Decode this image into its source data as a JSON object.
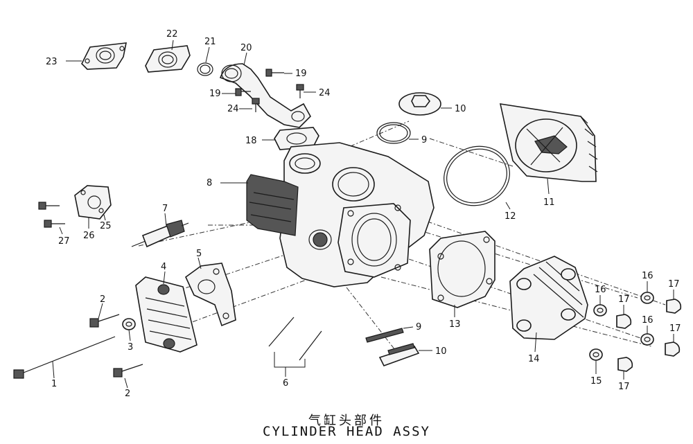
{
  "title_cn": "气缸头部件",
  "title_en": "CYLINDER HEAD ASSY",
  "callouts": {
    "c1": "1",
    "c2a": "2",
    "c2b": "2",
    "c3": "3",
    "c4": "4",
    "c5": "5",
    "c6": "6",
    "c7": "7",
    "c8": "8",
    "c9a": "9",
    "c9b": "9",
    "c10a": "10",
    "c10b": "10",
    "c11": "11",
    "c12": "12",
    "c13": "13",
    "c14": "14",
    "c15": "15",
    "c16a": "16",
    "c16b": "16",
    "c16c": "16",
    "c17a": "17",
    "c17b": "17",
    "c17c": "17",
    "c17d": "17",
    "c18": "18",
    "c19a": "19",
    "c19b": "19",
    "c20": "20",
    "c21": "21",
    "c22": "22",
    "c23": "23",
    "c24a": "24",
    "c24b": "24",
    "c25": "25",
    "c26": "26",
    "c27": "27"
  }
}
